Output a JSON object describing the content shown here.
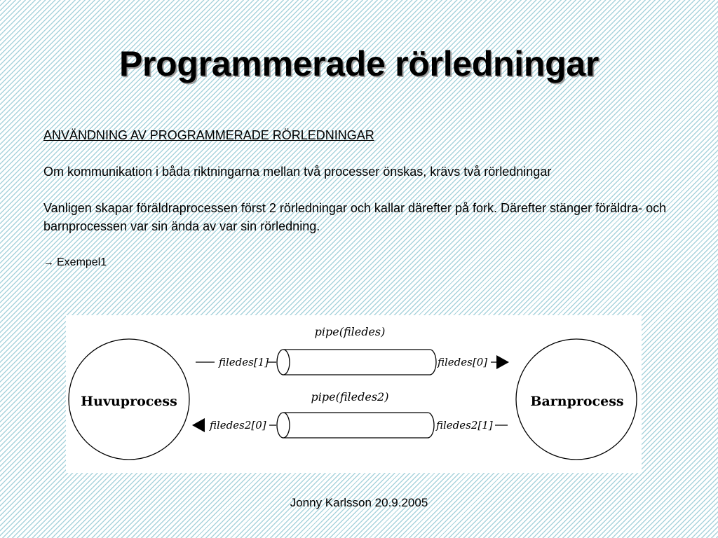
{
  "slide": {
    "title": "Programmerade rörledningar",
    "heading": "ANVÄNDNING AV PROGRAMMERADE RÖRLEDNINGAR",
    "paragraph1": "Om kommunikation i båda riktningarna mellan två processer önskas, krävs två rörledningar",
    "paragraph2": "Vanligen skapar föräldraprocessen först 2 rörledningar och kallar därefter på fork. Därefter stänger föräldra- och barnprocessen var sin ända av var sin rörledning.",
    "example_arrow": "→",
    "example_link": "Exempel1",
    "footer": "Jonny Karlsson 20.9.2005"
  },
  "diagram": {
    "left_process": "Huvuprocess",
    "right_process": "Barnprocess",
    "pipe1_label": "pipe(filedes)",
    "pipe2_label": "pipe(filedes2)",
    "pipe1_left_end": "filedes[1]",
    "pipe1_right_end": "filedes[0]",
    "pipe2_left_end": "filedes2[0]",
    "pipe2_right_end": "filedes2[1]"
  }
}
